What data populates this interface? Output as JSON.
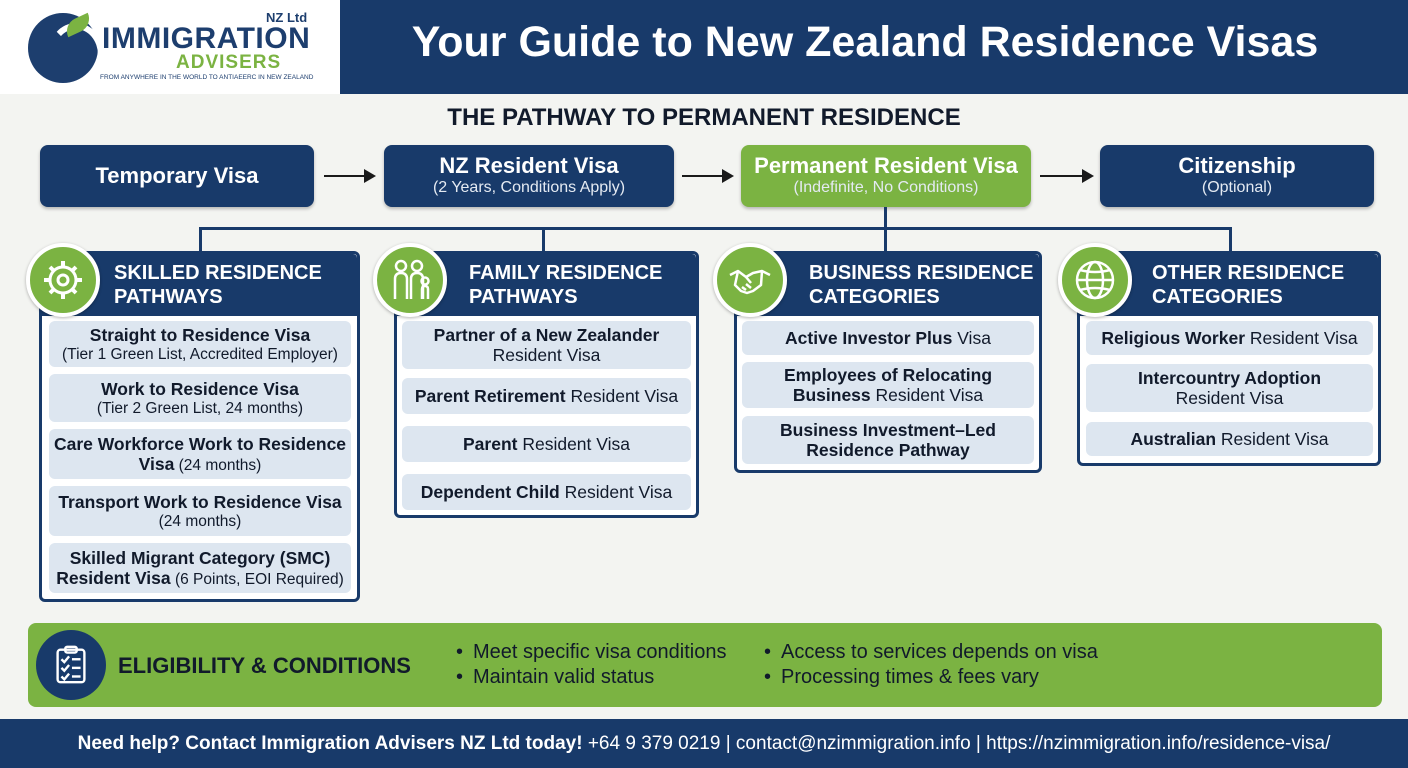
{
  "logo": {
    "company_suffix": "NZ Ltd",
    "line1": "IMMIGRATION",
    "line2": "ADVISERS",
    "tagline": "FROM ANYWHERE IN THE WORLD TO ANTIAEERC IN NEW ZEALAND"
  },
  "header": {
    "title": "Your Guide to New Zealand Residence Visas"
  },
  "section_title": "THE PATHWAY TO PERMANENT RESIDENCE",
  "pathway": [
    {
      "title": "Temporary Visa",
      "subtitle": ""
    },
    {
      "title": "NZ Resident Visa",
      "subtitle": "(2 Years, Conditions Apply)"
    },
    {
      "title": "Permanent Resident Visa",
      "subtitle": "(Indefinite, No Conditions)"
    },
    {
      "title": "Citizenship",
      "subtitle": "(Optional)"
    }
  ],
  "categories": {
    "skilled": {
      "title_line1": "SKILLED RESIDENCE",
      "title_line2": "PATHWAYS",
      "icon": "gear-wrench-icon",
      "items": [
        {
          "bold": "Straight to Residence Visa",
          "rest": "",
          "sub": "(Tier 1 Green List, Accredited Employer)"
        },
        {
          "bold": "Work to Residence Visa",
          "rest": "",
          "sub": "(Tier 2 Green List, 24 months)"
        },
        {
          "bold": "Care Workforce Work to Residence",
          "bold2": "Visa",
          "rest": " (24 months)"
        },
        {
          "bold": "Transport Work to Residence Visa",
          "rest": "",
          "sub": "(24 months)"
        },
        {
          "bold": "Skilled Migrant Category (SMC)",
          "bold2": "Resident Visa",
          "rest": " (6 Points, EOI Required)"
        }
      ]
    },
    "family": {
      "title_line1": "FAMILY RESIDENCE",
      "title_line2": "PATHWAYS",
      "icon": "family-icon",
      "items": [
        {
          "bold": "Partner of a New Zealander",
          "line2": "Resident Visa"
        },
        {
          "bold": "Parent Retirement",
          "rest": " Resident Visa"
        },
        {
          "bold": "Parent",
          "rest": " Resident Visa"
        },
        {
          "bold": "Dependent Child",
          "rest": " Resident Visa"
        }
      ]
    },
    "business": {
      "title_line1": "BUSINESS RESIDENCE",
      "title_line2": "CATEGORIES",
      "icon": "handshake-icon",
      "items": [
        {
          "bold": "Active Investor Plus",
          "rest": " Visa"
        },
        {
          "bold": "Employees of Relocating",
          "bold2": "Business",
          "rest": " Resident Visa"
        },
        {
          "bold": "Business Investment–Led",
          "bold2": "Residence Pathway"
        }
      ]
    },
    "other": {
      "title_line1": "OTHER RESIDENCE",
      "title_line2": "CATEGORIES",
      "icon": "globe-icon",
      "items": [
        {
          "bold": "Religious Worker",
          "rest": " Resident Visa"
        },
        {
          "bold": "Intercountry Adoption",
          "line2": "Resident Visa"
        },
        {
          "bold": "Australian",
          "rest": " Resident Visa"
        }
      ]
    }
  },
  "eligibility": {
    "title": "ELIGIBILITY & CONDITIONS",
    "icon": "checklist-icon",
    "bullets": [
      "Meet specific visa conditions",
      "Maintain valid status",
      "Access to services depends on visa",
      "Processing times & fees vary"
    ]
  },
  "footer": {
    "lead": "Need help? Contact Immigration Advisers NZ Ltd today!",
    "details": " +64 9 379 0219 | contact@nzimmigration.info | https://nzimmigration.info/residence-visa/"
  },
  "colors": {
    "navy": "#183a6a",
    "green": "#7bb342",
    "item_bg": "#dde6f0"
  }
}
